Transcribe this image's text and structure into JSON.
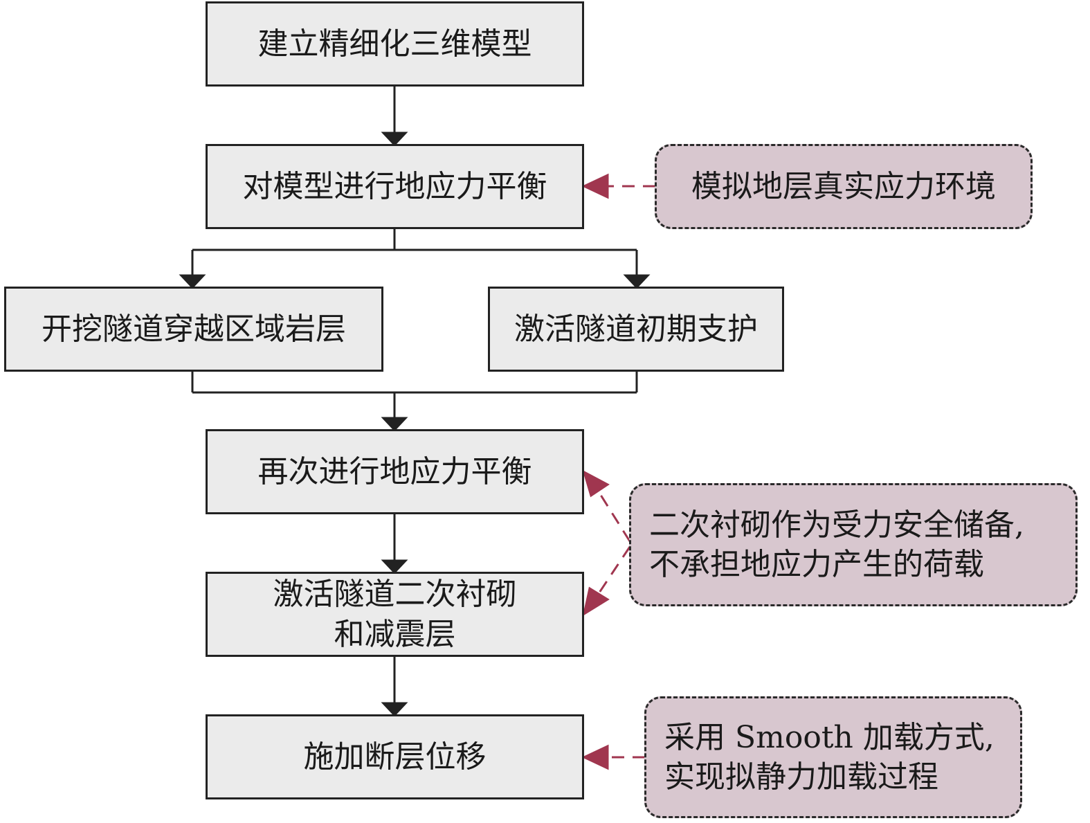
{
  "steps": {
    "build_model": "建立精细化三维模型",
    "stress_balance": "对模型进行地应力平衡",
    "excavate": "开挖隧道穿越区域岩层",
    "activate_support": "激活隧道初期支护",
    "stress_balance_again": "再次进行地应力平衡",
    "activate_lining_line1": "激活隧道二次衬砌",
    "activate_lining_line2": "和减震层",
    "apply_displacement": "施加断层位移"
  },
  "notes": {
    "stress_env": "模拟地层真实应力环境",
    "lining_line1": "二次衬砌作为受力安全储备,",
    "lining_line2": "不承担地应力产生的荷载",
    "loading_line1": "采用 Smooth 加载方式,",
    "loading_line2": "实现拟静力加载过程"
  },
  "colors": {
    "box_fill": "#ebebeb",
    "note_fill": "#d8c7cf",
    "dashed_arrow": "#a0364f",
    "solid_arrow": "#222222"
  }
}
